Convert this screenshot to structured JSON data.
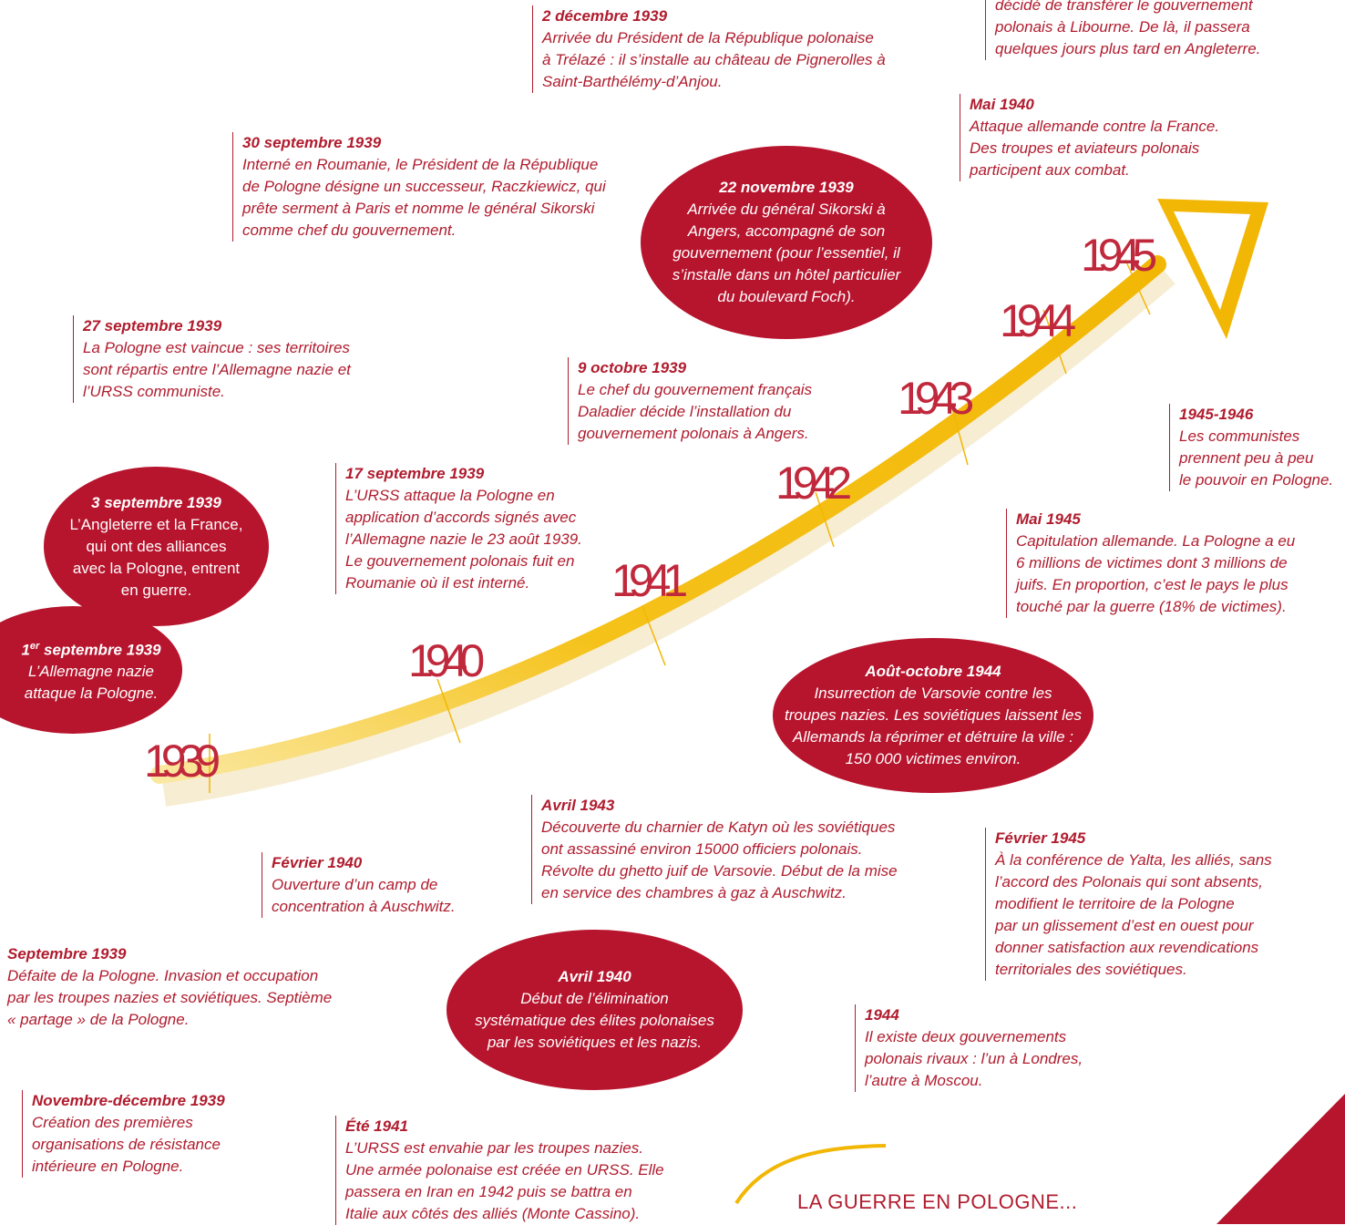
{
  "footer": {
    "title": "LA GUERRE EN POLOGNE..."
  },
  "colors": {
    "accent_red": "#b7142d",
    "arrow_yellow": "#f2b705",
    "text_red": "#b01c2e"
  },
  "years": [
    "1939",
    "1940",
    "1941",
    "1942",
    "1943",
    "1944",
    "1945"
  ],
  "events": {
    "dec1939": {
      "date": "2 décembre 1939",
      "text": "Arrivée du Président de la République polonaise\nà Trélazé : il s’installe au château de Pignerolles à\nSaint-Barthélémy-d’Anjou."
    },
    "jun1940": {
      "text": "décidé de transférer le gouvernement\npolonais à Libourne. De là, il passera\nquelques jours plus tard en Angleterre."
    },
    "may1940": {
      "date": "Mai 1940",
      "text": "Attaque allemande contre la France.\nDes troupes et aviateurs polonais\nparticipent aux combat."
    },
    "sep30_1939": {
      "date": "30 septembre 1939",
      "text": "Interné en Roumanie, le Président de la République\nde Pologne désigne un successeur, Raczkiewicz, qui\nprête serment à Paris et nomme le général Sikorski\ncomme chef du gouvernement."
    },
    "nov1939": {
      "date": "22 novembre 1939",
      "text": "Arrivée du général Sikorski à\nAngers, accompagné de son\ngouvernement (pour l’essentiel, il\ns’installe dans un hôtel particulier\ndu boulevard Foch)."
    },
    "sep27_1939": {
      "date": "27 septembre 1939",
      "text": "La Pologne est vaincue : ses territoires\nsont répartis entre l’Allemagne nazie et\nl’URSS communiste."
    },
    "oct1939": {
      "date": "9 octobre 1939",
      "text": "Le chef du gouvernement français\nDaladier décide l’installation du\ngouvernement polonais à Angers."
    },
    "y1945_1946": {
      "date": "1945-1946",
      "text": "Les communistes\nprennent peu à peu\nle pouvoir en Pologne."
    },
    "sep17_1939": {
      "date": "17 septembre 1939",
      "text": "L’URSS attaque la Pologne en\napplication d’accords signés avec\nl’Allemagne nazie le 23 août 1939.\nLe gouvernement polonais fuit en\nRoumanie où il est interné."
    },
    "sep3_1939": {
      "date": "3 septembre 1939",
      "text": "L’Angleterre et la France,\nqui ont des alliances\navec la Pologne, entrent\nen guerre."
    },
    "may1945": {
      "date": "Mai 1945",
      "text": "Capitulation allemande. La Pologne a eu\n6 millions de victimes dont 3 millions de\njuifs. En proportion, c’est le pays le plus\ntouché par la guerre (18% de victimes)."
    },
    "sep1_1939": {
      "date_main": "1",
      "date_sup": "er",
      "date_rest": " septembre 1939",
      "text": "L’Allemagne nazie\nattaque la Pologne."
    },
    "aug_oct1944": {
      "date": "Août-octobre 1944",
      "text": "Insurrection de Varsovie contre les\ntroupes nazies. Les soviétiques laissent les\nAllemands la réprimer et détruire la ville :\n150 000 victimes environ."
    },
    "apr1943": {
      "date": "Avril 1943",
      "text": "Découverte du charnier de Katyn où les soviétiques\nont assassiné environ 15000 officiers polonais.\nRévolte du ghetto juif de Varsovie. Début de la mise\nen service des chambres à gaz à Auschwitz."
    },
    "feb1940": {
      "date": "Février 1940",
      "text": "Ouverture d’un camp de\nconcentration à Auschwitz."
    },
    "feb1945": {
      "date": "Février 1945",
      "text": "À la conférence de Yalta, les alliés, sans\nl’accord des Polonais qui sont absents,\nmodifient le territoire de la Pologne\npar un glissement d’est en ouest pour\ndonner satisfaction aux revendications\nterritoriales des soviétiques."
    },
    "sept1939": {
      "date": "Septembre 1939",
      "text": "Défaite de la Pologne. Invasion et occupation\npar les troupes nazies et soviétiques. Septième\n« partage » de la Pologne."
    },
    "apr1940": {
      "date": "Avril 1940",
      "text": "Début de l’élimination\nsystématique des élites polonaises\npar les soviétiques et les nazis."
    },
    "y1944": {
      "date": "1944",
      "text": "Il existe deux gouvernements\npolonais rivaux : l’un à Londres,\nl’autre à Moscou."
    },
    "nov_dec1939": {
      "date": "Novembre-décembre 1939",
      "text": "Création des premières\norganisations de résistance\nintérieure en Pologne."
    },
    "summer1941": {
      "date": "Été 1941",
      "text": "L’URSS est envahie par les troupes nazies.\nUne armée polonaise est créée en URSS. Elle\npassera en Iran en 1942 puis se battra en\nItalie aux côtés des alliés (Monte Cassino)."
    }
  }
}
